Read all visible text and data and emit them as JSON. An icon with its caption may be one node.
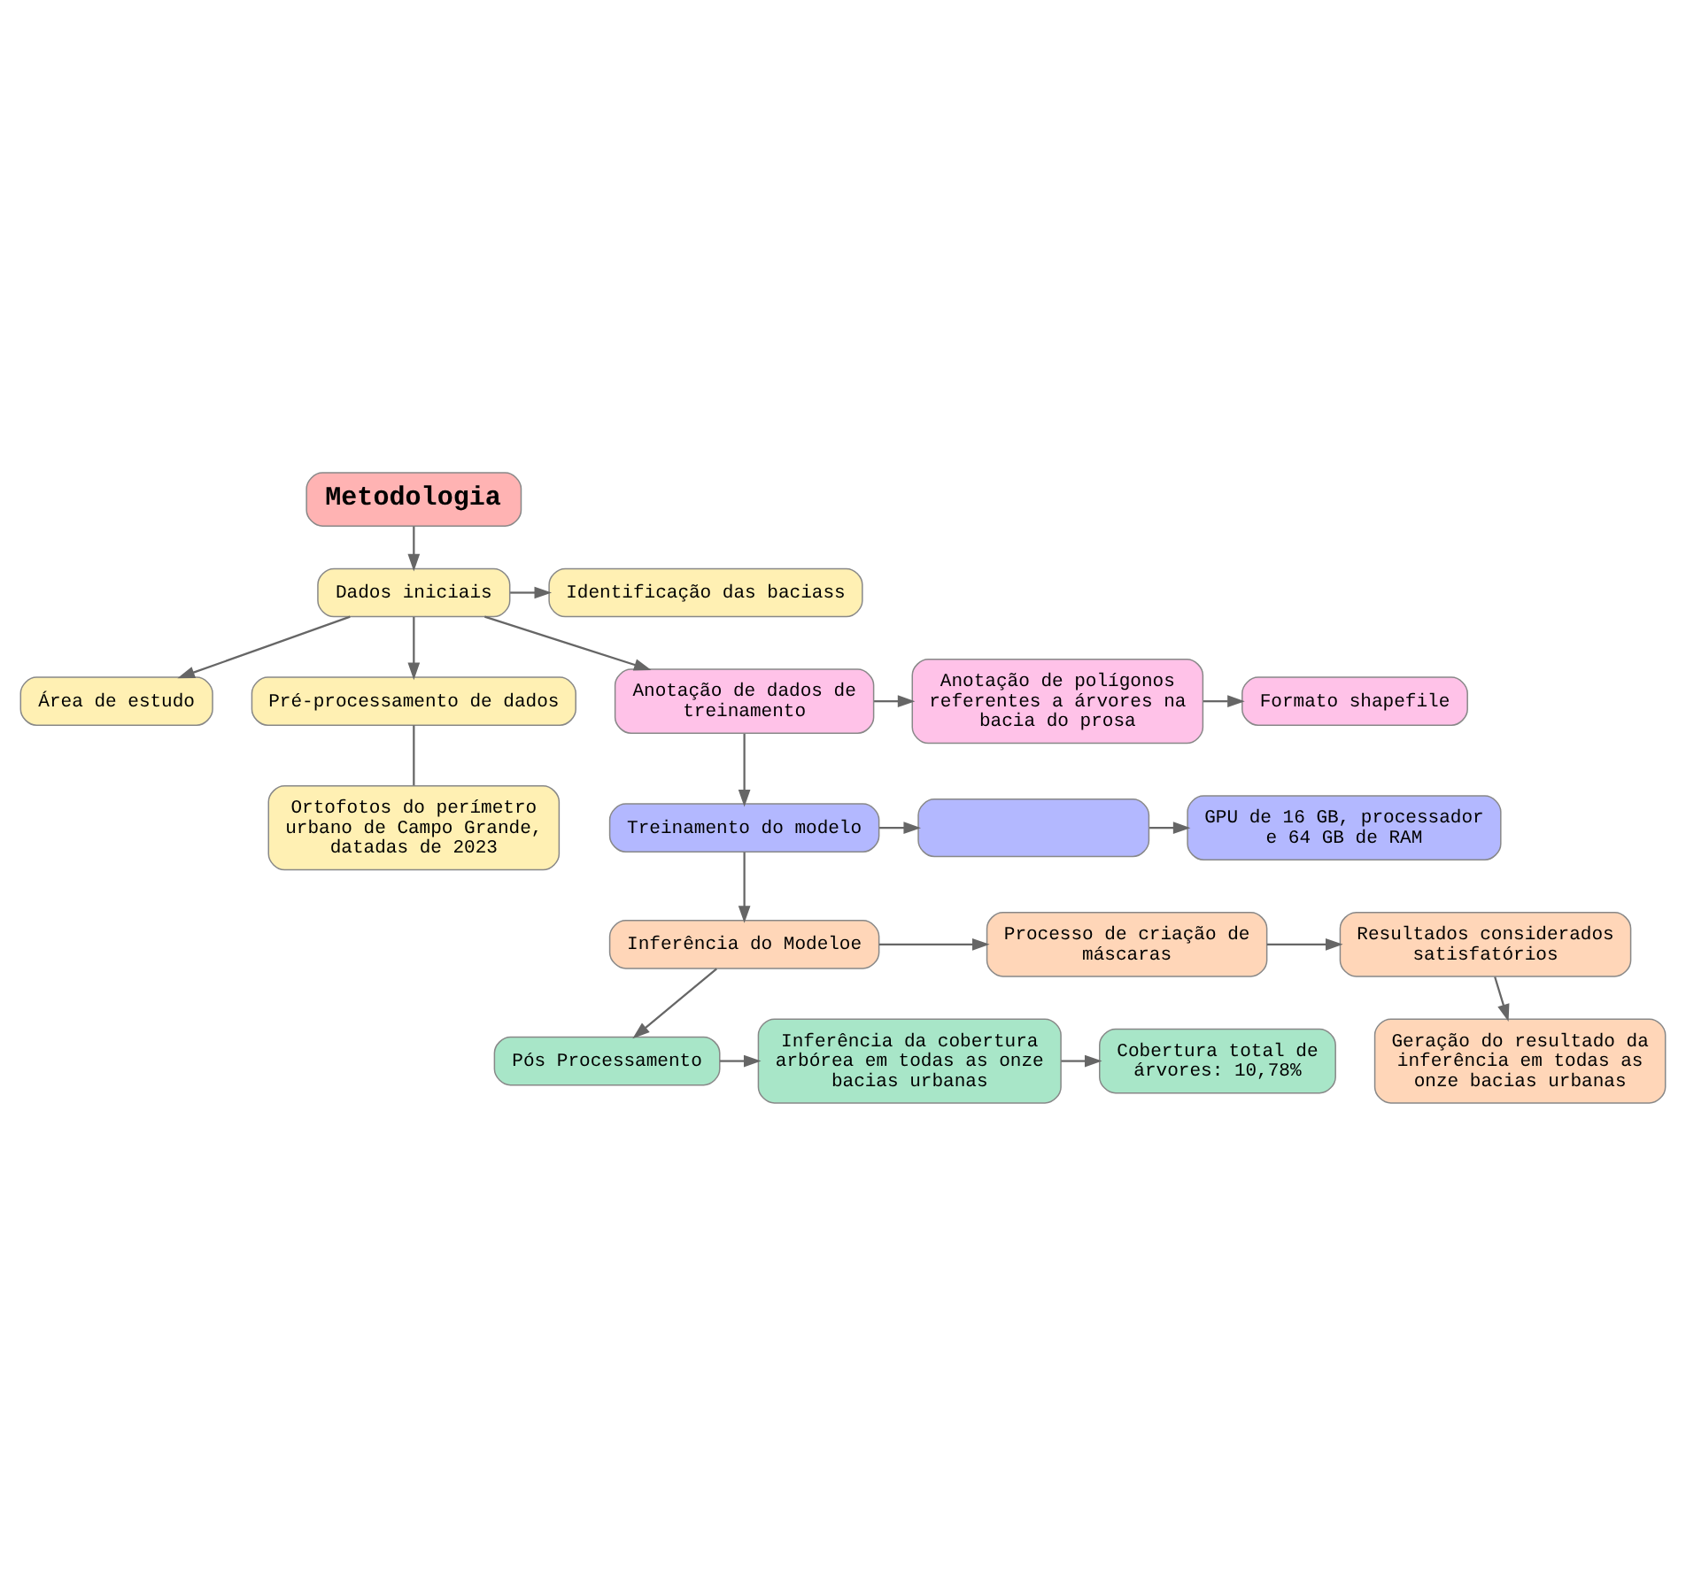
{
  "diagram": {
    "nodes": [
      {
        "text": [
          "Metodologia"
        ]
      },
      {
        "text": [
          "Dados iniciais"
        ]
      },
      {
        "text": [
          "Área de estudo"
        ]
      },
      {
        "text": [
          "Identificação das baciass"
        ]
      },
      {
        "text": [
          "Pré-processamento de dados"
        ]
      },
      {
        "text": [
          "Ortofotos do perímetro urbano de Campo Grande, datadas de 2023"
        ]
      },
      {
        "text": [
          "Anotação de dados de treinamento"
        ]
      },
      {
        "text": [
          "Anotação de polígonos referentes a árvores na bacia do prosa"
        ]
      },
      {
        "text": [
          "Formato shapefile"
        ]
      },
      {
        "text": [
          "Treinamento do modelo"
        ]
      },
      {
        "text": [],
        "shape": "box"
      },
      {
        "text": [
          "GPU de 16 GB, processador e 64 GB de RAM"
        ]
      },
      {
        "text": [
          "Inferência do Modeloe"
        ]
      },
      {
        "text": [
          "Processo de criação de máscaras"
        ]
      },
      {
        "text": [
          "Resultados considerados satisfatórios"
        ]
      },
      {
        "text": [
          "Geração do resultado da inferência em todas as onze bacias urbanas"
        ]
      },
      {
        "text": [
          "Pós Processamento"
        ]
      },
      {
        "text": [
          "Inferência da cobertura arbórea em todas as onze bacias urbanas"
        ]
      },
      {
        "text": [
          "Cobertura total de árvores: 10,78%"
        ]
      }
    ],
    "edges": [
      {
        "from": 0,
        "to": 1,
        "arrow": "to"
      },
      {
        "from": 1,
        "to": 2,
        "arrow": "to"
      },
      {
        "from": 1,
        "to": 3,
        "arrow": "to"
      },
      {
        "from": 1,
        "to": 4,
        "arrow": "to"
      },
      {
        "from": 4,
        "to": 5,
        "arrow": "none"
      },
      {
        "from": 1,
        "to": 6,
        "arrow": "to"
      },
      {
        "from": 6,
        "to": 7,
        "arrow": "to"
      },
      {
        "from": 7,
        "to": 8,
        "arrow": "to"
      },
      {
        "from": 6,
        "to": 9,
        "arrow": "to"
      },
      {
        "from": 9,
        "to": 10,
        "arrow": "to"
      },
      {
        "from": 10,
        "to": 11,
        "arrow": "to"
      },
      {
        "from": 9,
        "to": 12,
        "arrow": "to"
      },
      {
        "from": 12,
        "to": 13,
        "arrow": "to"
      },
      {
        "from": 13,
        "to": 14,
        "arrow": "to"
      },
      {
        "from": 14,
        "to": 15,
        "arrow": "to"
      },
      {
        "from": 12,
        "to": 16,
        "arrow": "to"
      },
      {
        "from": 16,
        "to": 17,
        "arrow": "to"
      },
      {
        "from": 17,
        "to": 18,
        "arrow": "to"
      }
    ]
  }
}
